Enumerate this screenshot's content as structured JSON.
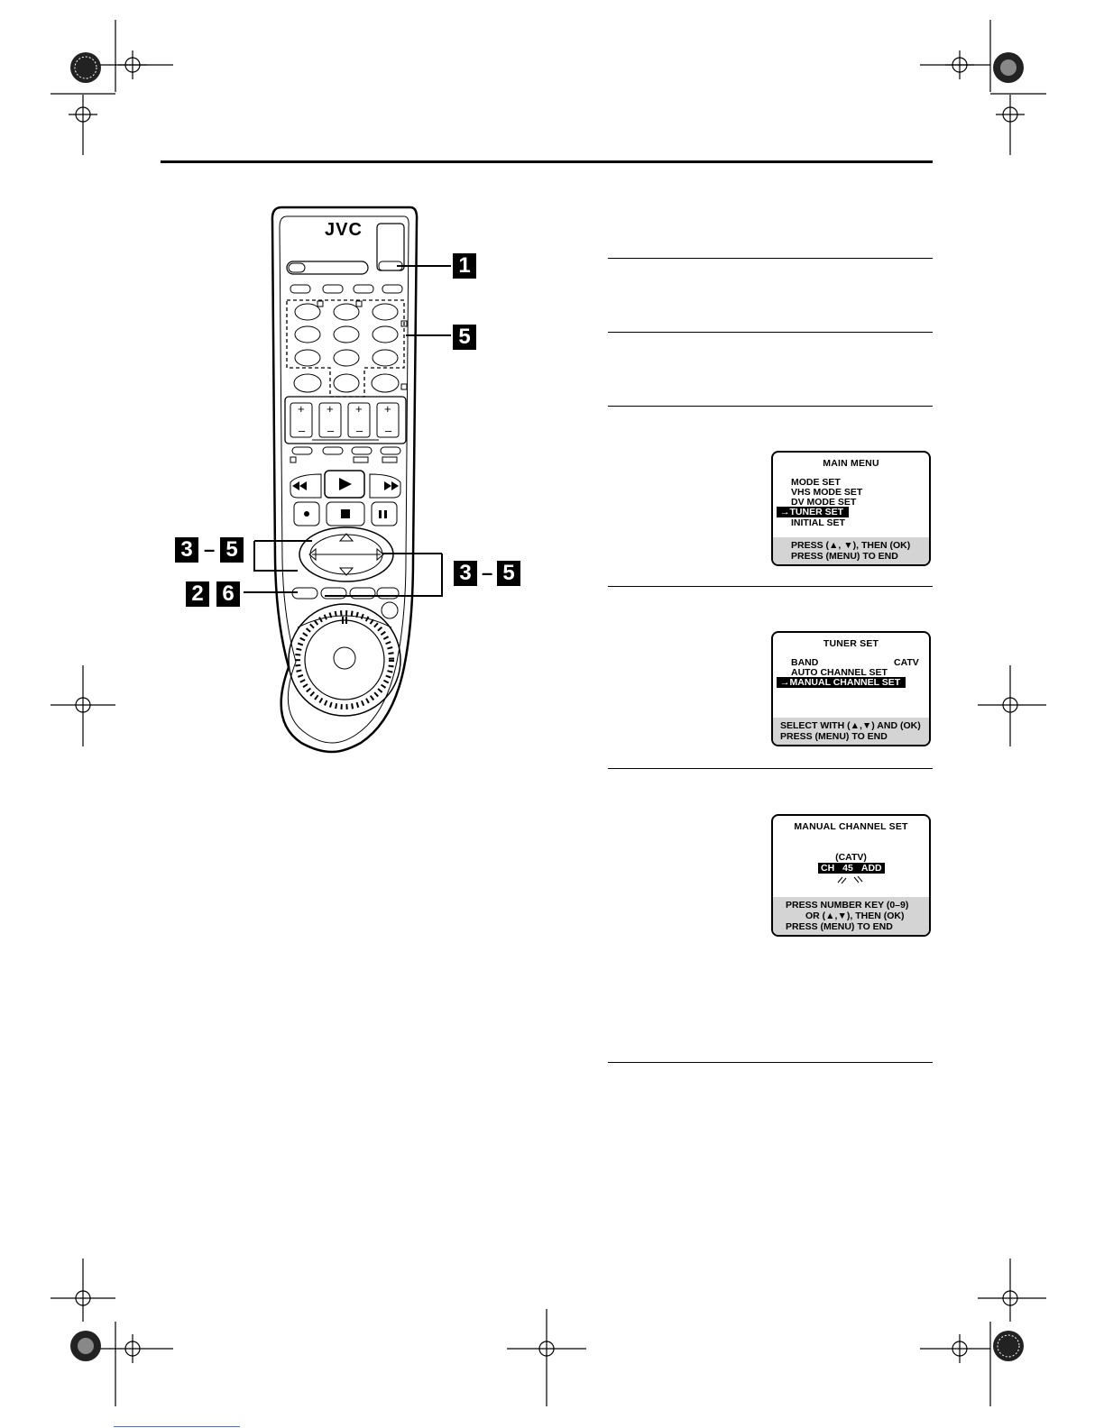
{
  "remote": {
    "brand": "JVC"
  },
  "callouts": {
    "step1": "1",
    "step5": "5",
    "left_range_start": "3",
    "left_range_dash": "–",
    "left_range_end": "5",
    "right_range_start": "3",
    "right_range_dash": "–",
    "right_range_end": "5",
    "pair_a": "2",
    "pair_b": "6"
  },
  "osd_main_menu": {
    "title": "MAIN MENU",
    "items": [
      "MODE SET",
      "VHS MODE SET",
      "DV MODE SET",
      "TUNER SET",
      "INITIAL SET"
    ],
    "selected_marker": "→",
    "footer_line1": "PRESS (▲, ▼), THEN (OK)",
    "footer_line2": "PRESS (MENU) TO END"
  },
  "osd_tuner_set": {
    "title": "TUNER SET",
    "band_label": "BAND",
    "band_value": "CATV",
    "item2": "AUTO CHANNEL SET",
    "item3": "MANUAL CHANNEL SET",
    "selected_marker": "→",
    "footer_line1": "SELECT WITH (▲,▼) AND (OK)",
    "footer_line2": "PRESS (MENU) TO END"
  },
  "osd_manual_channel": {
    "title": "MANUAL CHANNEL SET",
    "band": "(CATV)",
    "ch_label": "CH",
    "ch_value": "45",
    "status": "ADD",
    "footer_line1": "PRESS NUMBER KEY (0–9)",
    "footer_line2": "OR (▲,▼), THEN (OK)",
    "footer_line3": "PRESS (MENU) TO END"
  }
}
